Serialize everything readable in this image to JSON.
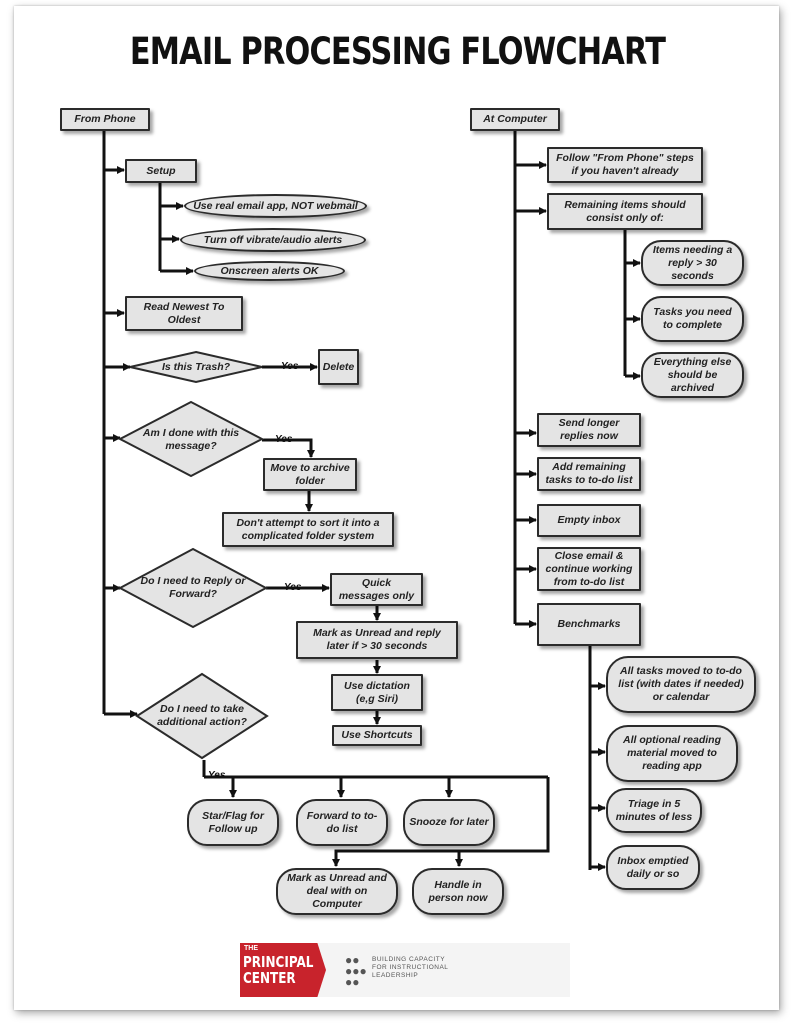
{
  "title": "EMAIL PROCESSING FLOWCHART",
  "left": {
    "start": "From Phone",
    "setup": "Setup",
    "setup_items": [
      "Use real email app, NOT webmail",
      "Turn off vibrate/audio alerts",
      "Onscreen alerts OK"
    ],
    "read": "Read Newest To Oldest",
    "q_trash": "Is this Trash?",
    "delete": "Delete",
    "q_done": "Am I done with this message?",
    "archive": "Move to archive folder",
    "no_sort": "Don't attempt to sort it into a complicated folder system",
    "q_reply": "Do I need to Reply or Forward?",
    "quick": "Quick messages only",
    "mark_later": "Mark as Unread and reply later if > 30 seconds",
    "dictation": "Use dictation (e,g Siri)",
    "shortcuts": "Use Shortcuts",
    "q_action": "Do I need to take additional action?",
    "actions": [
      "Star/Flag for Follow up",
      "Forward to to-do list",
      "Snooze for later",
      "Mark as Unread and deal with on Computer",
      "Handle in person now"
    ],
    "yes": "Yes"
  },
  "right": {
    "start": "At Computer",
    "follow": "Follow \"From Phone\" steps if you haven't already",
    "remaining": "Remaining items should consist only of:",
    "remaining_items": [
      "Items needing a reply > 30 seconds",
      "Tasks you need to complete",
      "Everything else should be archived"
    ],
    "send": "Send longer replies now",
    "add": "Add remaining tasks to to-do list",
    "empty": "Empty inbox",
    "close": "Close email & continue working from to-do list",
    "bench": "Benchmarks",
    "bench_items": [
      "All tasks moved to to-do list (with dates if needed) or calendar",
      "All optional reading material moved to reading app",
      "Triage in 5 minutes of less",
      "Inbox emptied daily or so"
    ]
  },
  "logo": {
    "the": "THE",
    "line1": "PRINCIPAL",
    "line2": "CENTER",
    "tagline": [
      "BUILDING CAPACITY",
      "FOR INSTRUCTIONAL",
      "LEADERSHIP"
    ],
    "red": "#c8232c"
  }
}
